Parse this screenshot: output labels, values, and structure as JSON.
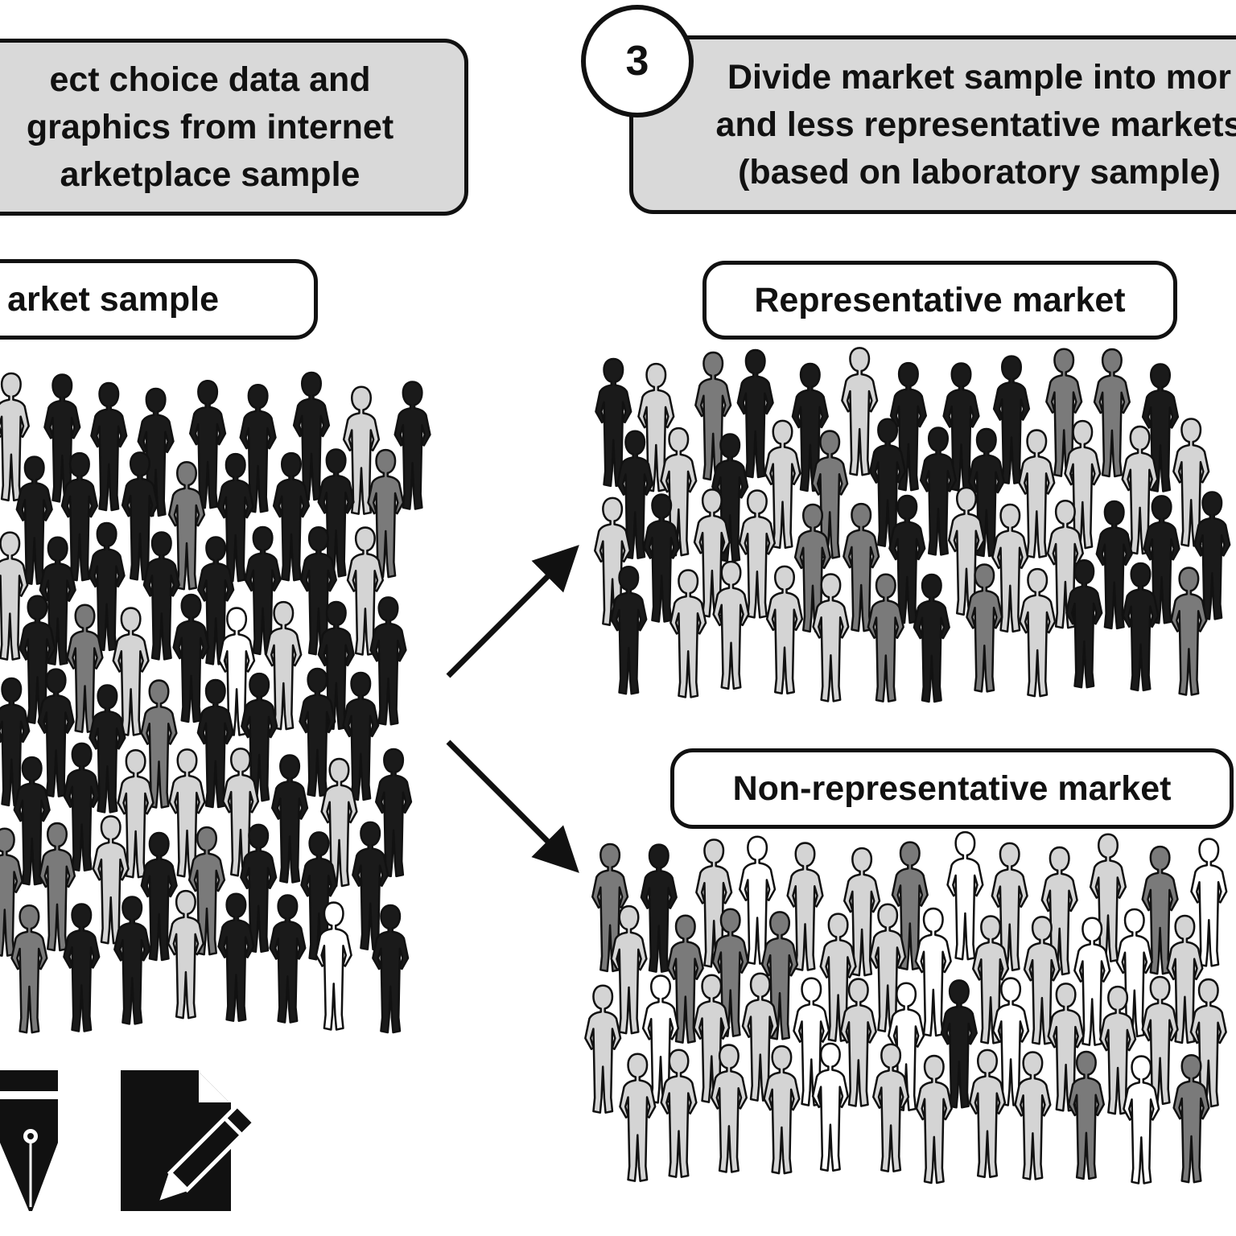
{
  "steps": {
    "step1": {
      "lines": [
        "ect choice data and",
        "graphics from internet",
        "arketplace sample"
      ]
    },
    "step3": {
      "number": "3",
      "lines": [
        "Divide market sample into mor",
        "and less representative markets",
        "(based on laboratory sample)"
      ]
    }
  },
  "labels": {
    "market_sample": "arket sample",
    "representative": "Representative market",
    "non_representative": "Non-representative market"
  },
  "colors": {
    "outline": "#111111",
    "step_box_fill": "#d9d9d9",
    "person_black": "#1a1a1a",
    "person_dark_gray": "#7a7a7a",
    "person_light_gray": "#d4d4d4",
    "person_white": "#ffffff"
  },
  "icons": [
    "fountain-pen-nib-icon",
    "document-with-pencil-icon",
    "arrow-up-right-icon",
    "arrow-down-right-icon"
  ]
}
